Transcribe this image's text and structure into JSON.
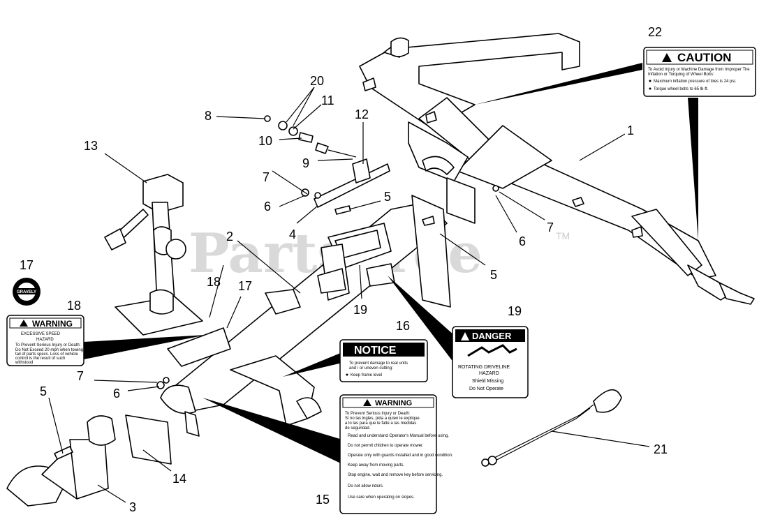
{
  "watermark": {
    "text": "PartsTree",
    "tm": "TM"
  },
  "callouts": [
    "1",
    "2",
    "3",
    "5",
    "5",
    "5",
    "6",
    "6",
    "6",
    "7",
    "7",
    "7",
    "8",
    "9",
    "10",
    "11",
    "12",
    "13",
    "14",
    "15",
    "16",
    "17",
    "17",
    "18",
    "18",
    "19",
    "19",
    "20",
    "21",
    "22",
    "4"
  ],
  "labels": {
    "caution": {
      "heading": "CAUTION",
      "lines": [
        "To Avoid Injury or Machine Damage from Improper Tire",
        "Inflation or Torquing of Wheel Bolts:"
      ],
      "bullets": [
        "Maximum inflation pressure of tires is 24 psi.",
        "Torque wheel bolts to 65 lb-ft."
      ]
    },
    "warning_speed": {
      "heading": "WARNING",
      "lines": [
        "EXCESSIVE SPEED",
        "HAZARD",
        "To Prevent Serious Injury or Death:"
      ],
      "bullets": [
        "Do Not Exceed 20 mph when towing",
        "tail of parts specs. Loss of vehicle",
        "control is the result of such",
        "withstood"
      ]
    },
    "notice": {
      "heading": "NOTICE",
      "lines": [
        "To prevent damage to real units",
        "and / or uneven cutting:"
      ],
      "bullets": [
        "Keep frame level"
      ]
    },
    "danger": {
      "heading": "DANGER",
      "lines": [
        "ROTATING DRIVELINE",
        "HAZARD",
        "Shield Missing",
        "Do Not Operate"
      ]
    },
    "warning_main": {
      "heading": "WARNING",
      "lines": [
        "To Prevent Serious Injury or Death:",
        "Si no las ingles, pida a quien le explique",
        "a lo las para que le falte a las medidas",
        "de seguridad."
      ],
      "bullets": [
        "Read and understand Operator's Manual before using.",
        "Do not permit children to operate mower.",
        "Operate only with guards installed and in good condition.",
        "Keep away from moving parts.",
        "Stop engine, wait and remove key before servicing.",
        "Do not allow riders.",
        "Use care when operating on slopes."
      ]
    },
    "gravely": "GRAVELY"
  }
}
